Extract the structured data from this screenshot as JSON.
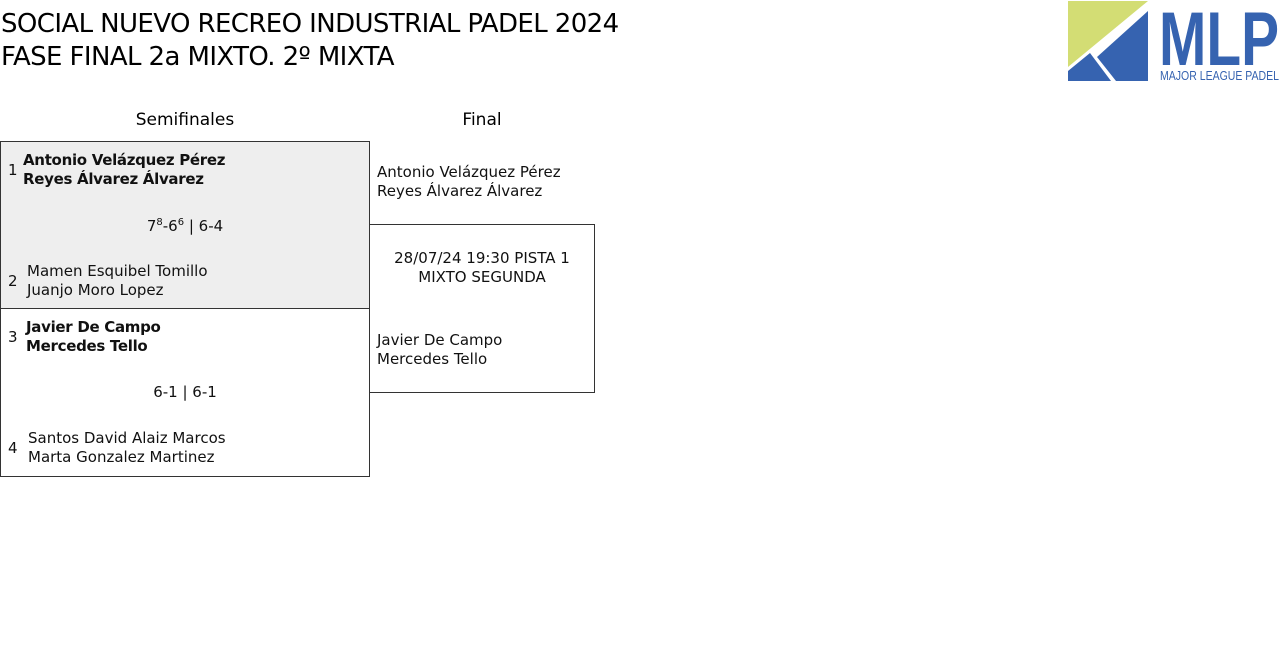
{
  "header": {
    "title_line1": "SOCIAL NUEVO RECREO INDUSTRIAL PADEL 2024",
    "title_line2": "FASE FINAL 2a MIXTO. 2º MIXTA"
  },
  "logo": {
    "text": "MLP",
    "subtext": "MAJOR LEAGUE PADEL",
    "colors": {
      "green": "#d3dd74",
      "blue": "#3663b0"
    }
  },
  "columns": {
    "semifinals": "Semifinales",
    "final": "Final"
  },
  "semifinals": [
    {
      "highlighted": true,
      "top": {
        "seed": "1",
        "player1": "Antonio Velázquez Pérez",
        "player2": "Reyes Álvarez Álvarez",
        "winner": true
      },
      "score": {
        "set1_main": "7",
        "set1_tb": "8",
        "set1_sep": "-6",
        "set1_tb2": "6",
        "rest": " | 6-4"
      },
      "bottom": {
        "seed": "2",
        "player1": "Mamen Esquibel Tomillo",
        "player2": "Juanjo Moro Lopez",
        "winner": false
      }
    },
    {
      "highlighted": false,
      "top": {
        "seed": "3",
        "player1": "Javier De Campo",
        "player2": "Mercedes Tello",
        "winner": true
      },
      "score": {
        "text": "6-1 | 6-1"
      },
      "bottom": {
        "seed": "4",
        "player1": "Santos David Alaiz Marcos",
        "player2": "Marta Gonzalez Martinez",
        "winner": false
      }
    }
  ],
  "final": {
    "top": {
      "player1": "Antonio Velázquez Pérez",
      "player2": "Reyes Álvarez Álvarez"
    },
    "schedule": "28/07/24 19:30 PISTA 1",
    "category": "MIXTO SEGUNDA",
    "bottom": {
      "player1": "Javier De Campo",
      "player2": "Mercedes Tello"
    }
  },
  "colors": {
    "highlight_bg": "#eeeeee",
    "border": "#333333"
  }
}
